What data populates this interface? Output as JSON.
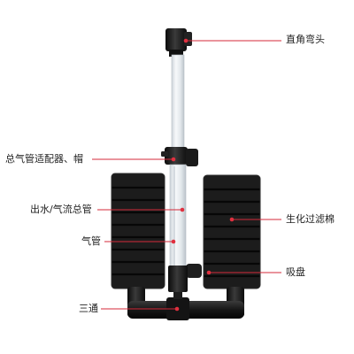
{
  "labels": {
    "elbow": "直角弯头",
    "air_cap": "总气管适配器、帽",
    "outlet_tube": "出水/气流总管",
    "air_tube": "气管",
    "bio_sponge": "生化过滤棉",
    "suction_cup": "吸盘",
    "tee": "三通"
  },
  "colors": {
    "callout_line": "#d42a3a",
    "callout_dot": "#e0303f",
    "sponge": "#1c1c1c",
    "sponge_groove": "#0a0a0a",
    "pipe_fitting": "#151515",
    "clear_tube": "#e9eef2",
    "background": "#ffffff"
  }
}
